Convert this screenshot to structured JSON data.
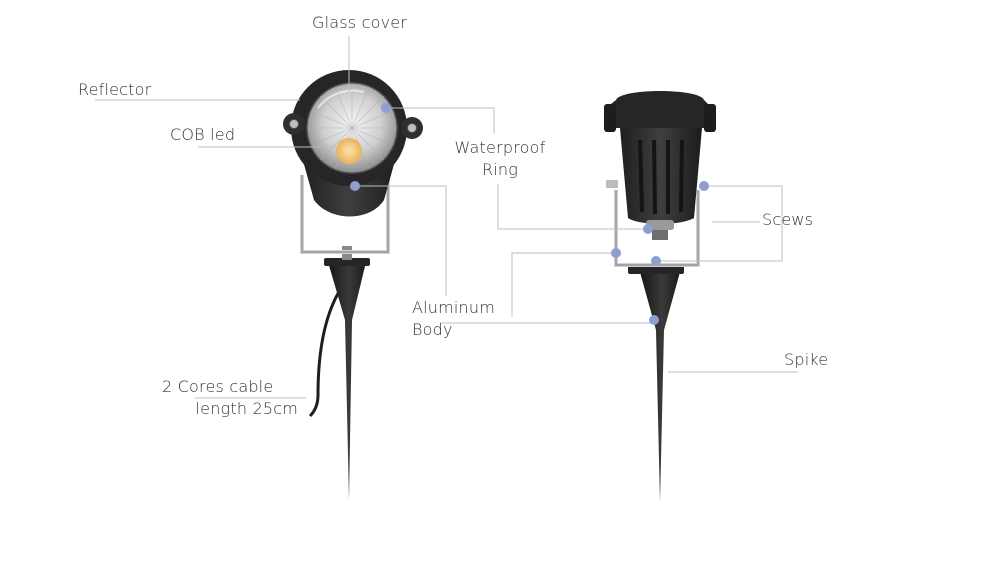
{
  "labels": {
    "glass_cover": "Glass cover",
    "reflector": "Reflector",
    "cob_led": "COB led",
    "waterproof_line1": "Waterproof",
    "waterproof_line2": "Ring",
    "scews": "Scews",
    "aluminum_line1": "Aluminum",
    "aluminum_line2": "Body",
    "spike": "Spike",
    "cable_line1": "2 Cores cable",
    "cable_line2": "length 25cm"
  },
  "colors": {
    "leader_line": "#b3c0cc",
    "marker_dot": "#8f9ed0",
    "body_dark": "#2b2b2b",
    "body_mid": "#3c3c3c",
    "reflector_silver": "#d8d8d8",
    "led_warm": "#f3c77a",
    "label_text": "#333333"
  }
}
